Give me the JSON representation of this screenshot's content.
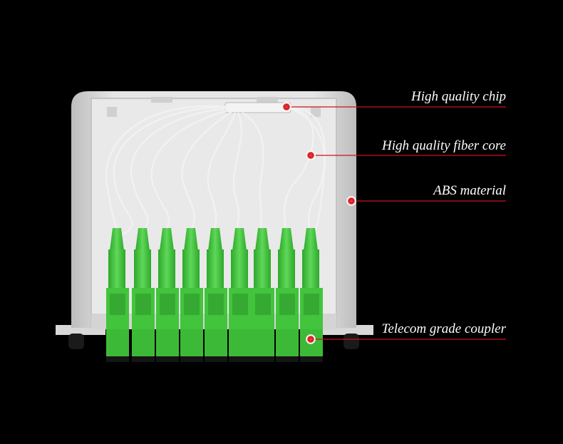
{
  "callouts": [
    {
      "label": "High quality chip"
    },
    {
      "label": "High quality fiber core"
    },
    {
      "label": "ABS material"
    },
    {
      "label": "Telecom grade coupler"
    }
  ],
  "colors": {
    "background": "#000000",
    "line": "#c8141e",
    "marker": "#e0202a",
    "connector_green": "#3fc23a",
    "housing": "#dcdcdc"
  }
}
